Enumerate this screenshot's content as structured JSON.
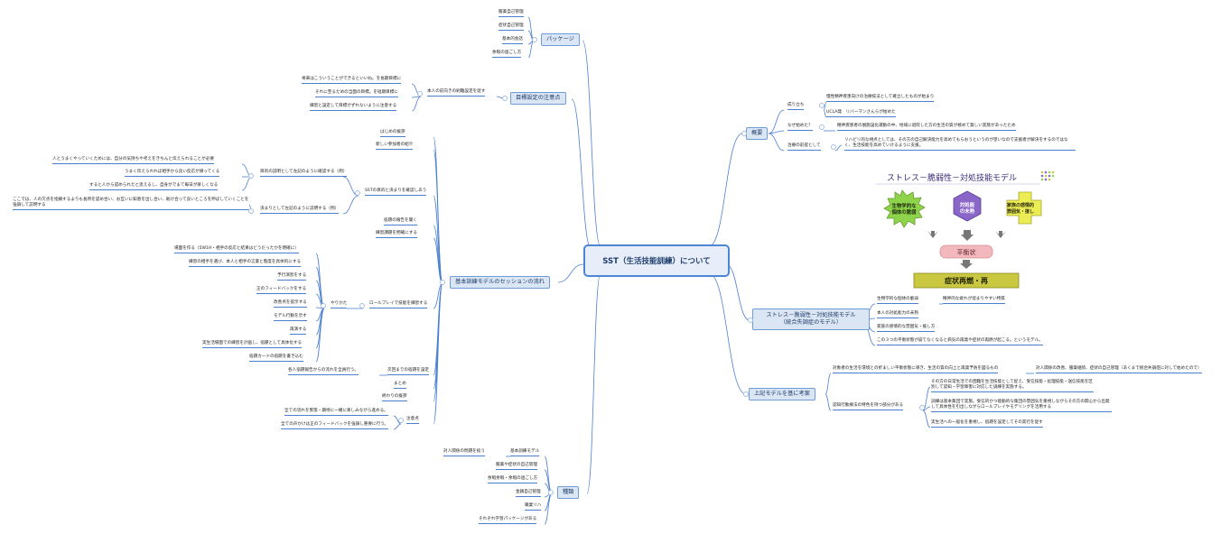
{
  "central": "SST（生活技能訓練）について",
  "package": {
    "label": "パッケージ",
    "items": [
      "服薬自己管理",
      "症状自己管理",
      "基本的会話",
      "余暇の過ごし方"
    ]
  },
  "goal": {
    "label": "目標設定の注意点",
    "sub": "本人の前向きの刷難設定を促す",
    "items": [
      "将来はこういうことができるといいね。を長期目標に",
      "それに至るための当面の目標。を短期目標に",
      "練習と設定して目標がずれないように注意する"
    ]
  },
  "session": {
    "label": "基本訓練モデルのセッションの流れ",
    "opening": "はじめの挨拶",
    "newcomer": "新しい参加者の紹介",
    "purpose": "SSTの目的と決まりを確認しあう",
    "purpose_a": "目的の説明として左記のように確認する（例）",
    "purpose_a1": "人とうまくやっていくためには、自分の気持ちや考えをきちんと伝えられることが必要",
    "purpose_a2": "うまく伝えられれば相手から良い反応が帰ってくる",
    "purpose_a3": "すると人から認められたと思えるし、自身がでまて毎日が楽しくなる",
    "rules": "決まりとして左記のように説明する（例）",
    "rules_text": "ここでは、人の欠点を指摘するよりも長所を認め合い、お互いに知恵を出し合い、助け合って良いところを伸ばしていくことを強調して説明する",
    "homework_report": "宿題の報告を聞く",
    "practice_confirm": "練習課題を明確にする",
    "roleplay": "ロールプレイで技能を練習する",
    "howto": "やりかた",
    "steps": [
      "場面を作る（5W1H・相手の反応と結果はどうだったかを明確に）",
      "練習の相手を選び、本人と相手の言葉と態度を具体的にする",
      "予行演習をする",
      "正のフィードバックをする",
      "改善点を提示する",
      "モデル行動を示す",
      "再演する",
      "実生活場面での練習を計画し、宿題として具体化する",
      "宿題カードの宿題を書き込む"
    ],
    "next_homework": "次回までの宿題を設定",
    "next_homework_note": "各人宿題報告からの流れを全員行う。",
    "summary": "まとめ",
    "closing": "終わりの挨拶",
    "caution": "注意点",
    "caution_items": [
      "全ての流れを緊張・期待に一緒に楽しみながら進める。",
      "全ての声かけは正のフィードバックを強調し重要に行う。"
    ]
  },
  "types": {
    "label": "種類",
    "basic": "基本訓練モデル",
    "basic_note": "対人関係の問題を扱う",
    "items": [
      "服薬や症状の自己管理",
      "余暇余暇・余暇の過ごし方",
      "金銭自己管理",
      "職業リハ",
      "それぞれ学習パッケージがある"
    ]
  },
  "overview": {
    "label": "概要",
    "origin": "成り立ち",
    "origin_items": [
      "慢性精神疾患向けの治療技法として確立したものが始まり",
      "UCLA発　リバーマンさんらが始めた"
    ],
    "why": "なぜ始めた？",
    "why_text": "精神疾患者の脱施設化運動の中、地域に退院した方の生活の質が極めて貧しい実態があったため",
    "treatment": "治療の前提として",
    "treatment_text": "リハビリ的な視点としては、その方の自己解決能力を高めてもらおうというのが望いなので支援者が解決をするのではなく、生活技能を高めていけるように支援。"
  },
  "model_image": {
    "title": "ストレス－脆弱性－対処技能モデル",
    "left": "生物学的な個体の脆弱",
    "center": "対処能の未熟",
    "right": "家族の感情的雰囲気・援し",
    "balance": "平衡状",
    "result": "症状再燃・再",
    "colors": {
      "left": "#8ed44a",
      "center": "#8b66c9",
      "right": "#ecec55",
      "balance": "#f3b8bd",
      "result": "#c9c840"
    }
  },
  "stress_model": {
    "label": "ストレス－脆弱性－対処技能モデル\n（統合失調症のモデル）",
    "bio": "生物学的な個体の脆弱",
    "bio_note": "精神的な疲れが溜まりやすい特質",
    "coping": "本人の対処能力の未熟",
    "family": "家族の感情的な雰囲気・援し方",
    "summary": "この３つの平衡状態が崩てなくなると病気の再発や症状の再燃が起こる。というモデル。"
  },
  "consider": {
    "label": "上記モデルを基に考案",
    "target": "対象者の生活を環境との折ましい平衡状態に導き、生活の質の向上と再発予防を図るもの",
    "target_note": "対人関係の改善、服薬継続、症状の自己管理（あくまで統合失調症に対して始めたので）",
    "feature": "認知行動療法の特色を持つ部分がある",
    "feature_items": [
      "その方の日常生活での困難を生活技能として捉え、受信技能・処理技能・送信技能を区別して認知・学習障害に対応した訓練を実施する。",
      "訓練は基本集団で実施。受信的かつ能動的な集団の雰囲気を重視しながらその方の関心から出発して具体性を引出しながらロールプレイやモデリングを活用する",
      "実生活への一般化を重視し、宿題を設定してその実行を促す"
    ]
  }
}
